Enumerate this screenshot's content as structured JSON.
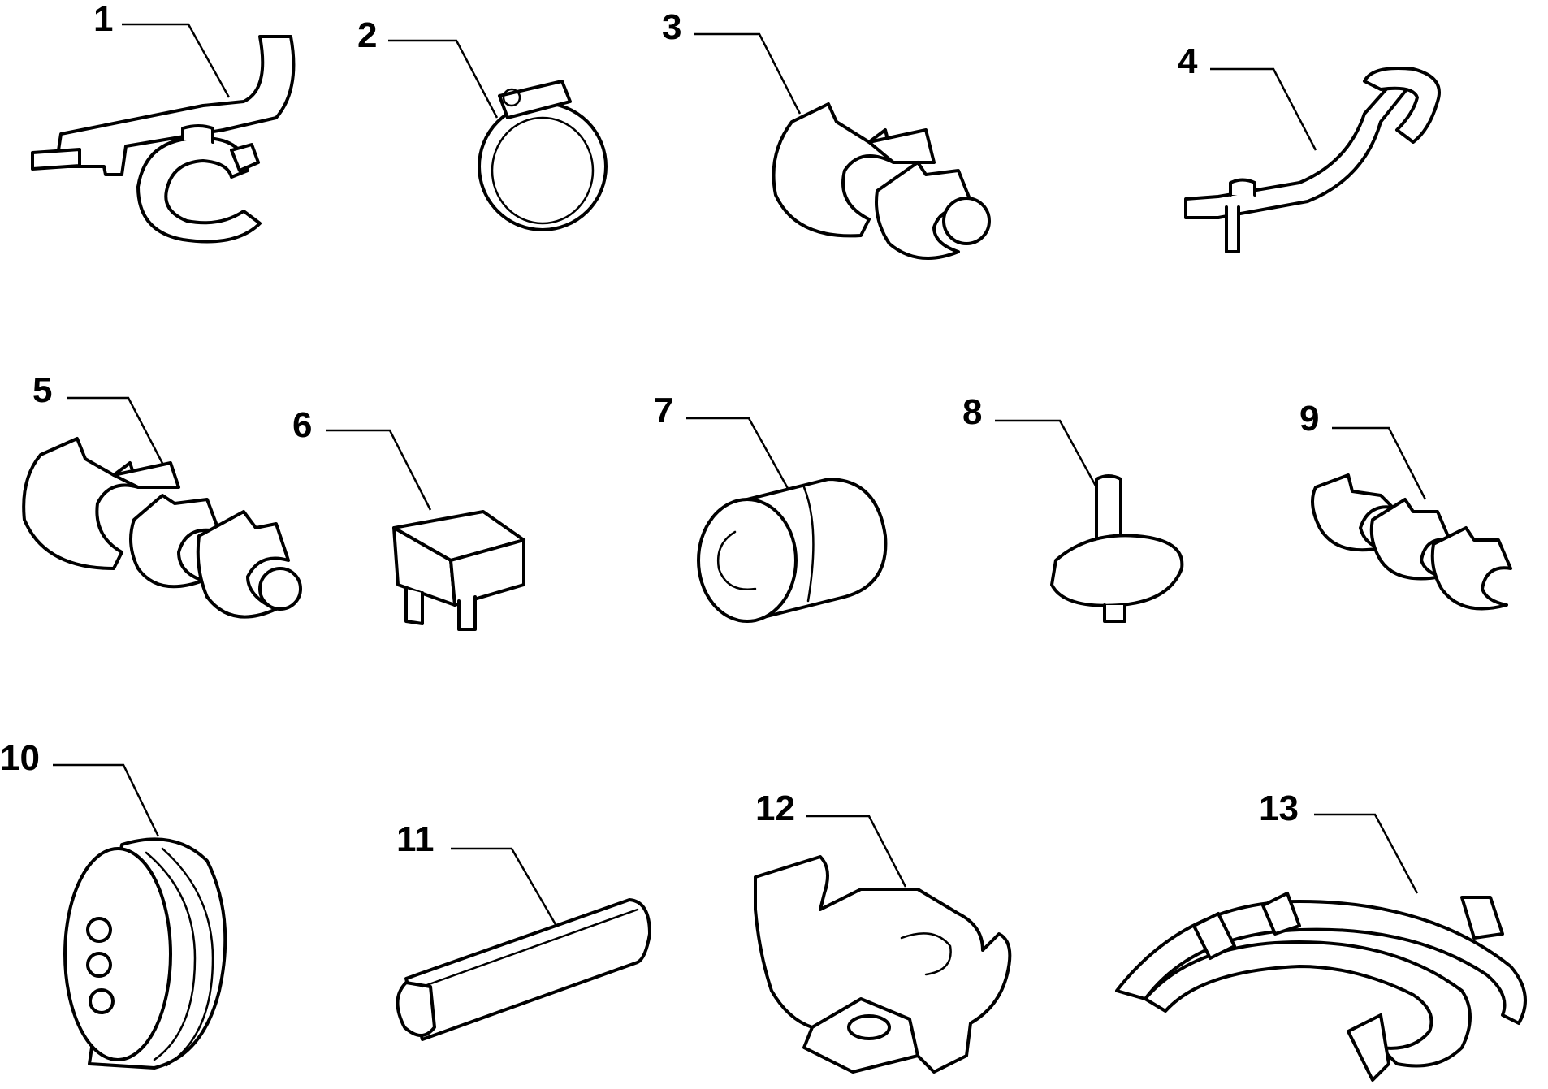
{
  "parts": [
    {
      "label": "1"
    },
    {
      "label": "2"
    },
    {
      "label": "3"
    },
    {
      "label": "4"
    },
    {
      "label": "5"
    },
    {
      "label": "6"
    },
    {
      "label": "7"
    },
    {
      "label": "8"
    },
    {
      "label": "9"
    },
    {
      "label": "10"
    },
    {
      "label": "11"
    },
    {
      "label": "12"
    },
    {
      "label": "13"
    }
  ]
}
